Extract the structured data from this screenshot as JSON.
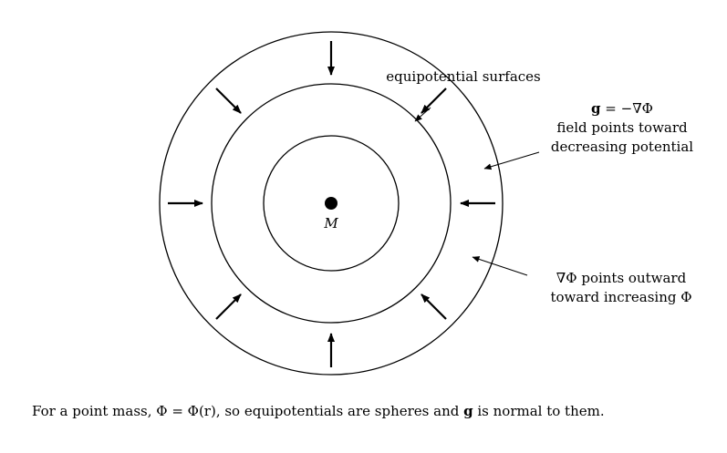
{
  "diagram": {
    "mass_label": "M",
    "equipotential_label": "equipotential surfaces",
    "field_relation": {
      "g_symbol": "g",
      "equation_rest": " = −∇Φ",
      "line2": "field points toward",
      "line3": "decreasing potential"
    },
    "gradient_note": {
      "line1": "∇Φ points outward",
      "line2": "toward increasing Φ"
    },
    "caption": {
      "before_bold": "For a point mass, Φ = Φ(r), so equipotentials are spheres and ",
      "bold": "g",
      "after_bold": " is normal to them."
    }
  }
}
